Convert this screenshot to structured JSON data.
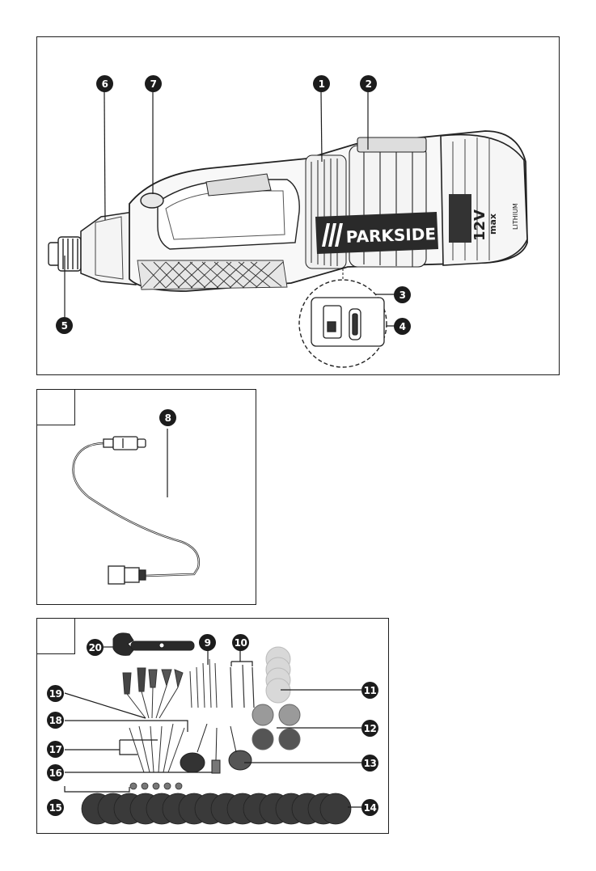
{
  "figure_a": {
    "callouts": [
      "1",
      "2",
      "3",
      "4",
      "5",
      "6",
      "7"
    ],
    "brand": "PARKSIDE",
    "battery_voltage": "12V",
    "battery_max": "max",
    "battery_type": "LITHIUM"
  },
  "figure_b": {
    "tab_label": "",
    "callouts": [
      "8"
    ]
  },
  "figure_c": {
    "tab_label": "",
    "callouts": [
      "9",
      "10",
      "11",
      "12",
      "13",
      "14",
      "15",
      "16",
      "17",
      "18",
      "19",
      "20"
    ]
  }
}
